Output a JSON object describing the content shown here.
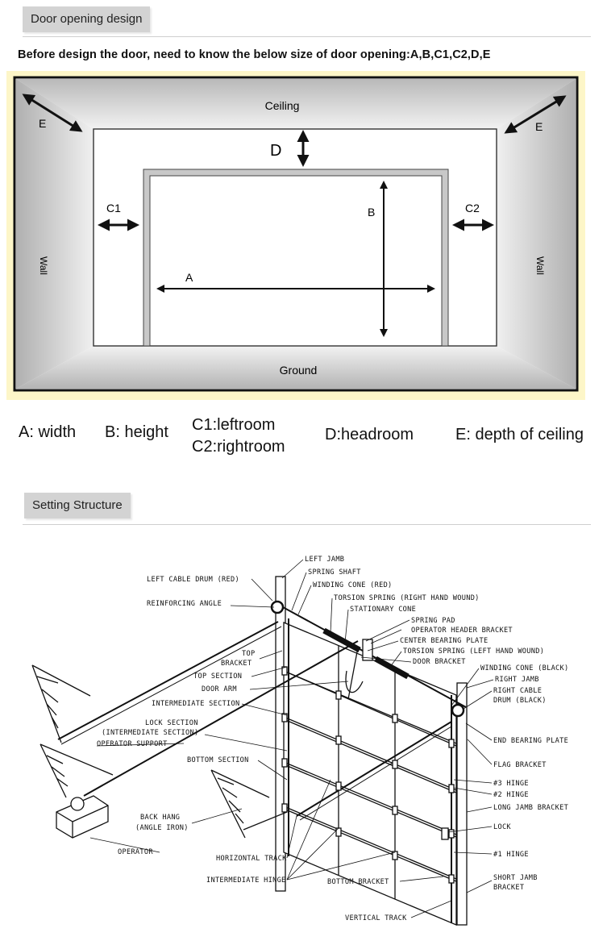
{
  "section1": {
    "tab_label": "Door opening design",
    "intro": "Before design the door, need to  know the below size of door opening:A,B,C1,C2,D,E",
    "labels": {
      "ceiling": "Ceiling",
      "ground": "Ground",
      "wall_left": "Wall",
      "wall_right": "Wall",
      "e_left": "E",
      "e_right": "E",
      "d": "D",
      "c1": "C1",
      "c2": "C2",
      "a": "A",
      "b": "B"
    },
    "legend": {
      "a": "A: width",
      "b": "B: height",
      "c1": "C1:leftroom",
      "c2": "C2:rightroom",
      "d": "D:headroom",
      "e": "E: depth of ceiling"
    }
  },
  "section2": {
    "tab_label": "Setting Structure",
    "parts": {
      "left_jamb": "LEFT JAMB",
      "spring_shaft": "SPRING SHAFT",
      "winding_cone_red": "WINDING CONE (RED)",
      "torsion_spring_right": "TORSION SPRING (RIGHT HAND WOUND)",
      "stationary_cone": "STATIONARY CONE",
      "spring_pad": "SPRING PAD",
      "operator_header_bracket": "OPERATOR HEADER BRACKET",
      "center_bearing_plate": "CENTER BEARING PLATE",
      "torsion_spring_left": "TORSION SPRING (LEFT HAND WOUND)",
      "door_bracket": "DOOR BRACKET",
      "winding_cone_black": "WINDING CONE (BLACK)",
      "right_jamb": "RIGHT JAMB",
      "right_cable_drum_1": "RIGHT CABLE",
      "right_cable_drum_2": "DRUM (BLACK)",
      "end_bearing_plate": "END BEARING PLATE",
      "flag_bracket": "FLAG BRACKET",
      "hinge3": "#3 HINGE",
      "hinge2": "#2 HINGE",
      "long_jamb_bracket": "LONG JAMB BRACKET",
      "lock": "LOCK",
      "hinge1": "#1 HINGE",
      "short_jamb_bracket_1": "SHORT JAMB",
      "short_jamb_bracket_2": "BRACKET",
      "vertical_track": "VERTICAL TRACK",
      "bottom_bracket": "BOTTOM BRACKET",
      "intermediate_hinge": "INTERMEDIATE HINGE",
      "horizontal_track": "HORIZONTAL TRACK",
      "operator": "OPERATOR",
      "back_hang_1": "BACK HANG",
      "back_hang_2": "(ANGLE IRON)",
      "bottom_section": "BOTTOM SECTION",
      "operator_support": "OPERATOR SUPPORT",
      "lock_section_1": "LOCK SECTION",
      "lock_section_2": "(INTERMEDIATE SECTION)",
      "intermediate_section": "INTERMEDIATE SECTION",
      "door_arm": "DOOR ARM",
      "top_section": "TOP SECTION",
      "top_bracket_1": "TOP",
      "top_bracket_2": "BRACKET",
      "reinforcing_angle": "REINFORCING ANGLE",
      "left_cable_drum": "LEFT CABLE DRUM (RED)"
    }
  }
}
